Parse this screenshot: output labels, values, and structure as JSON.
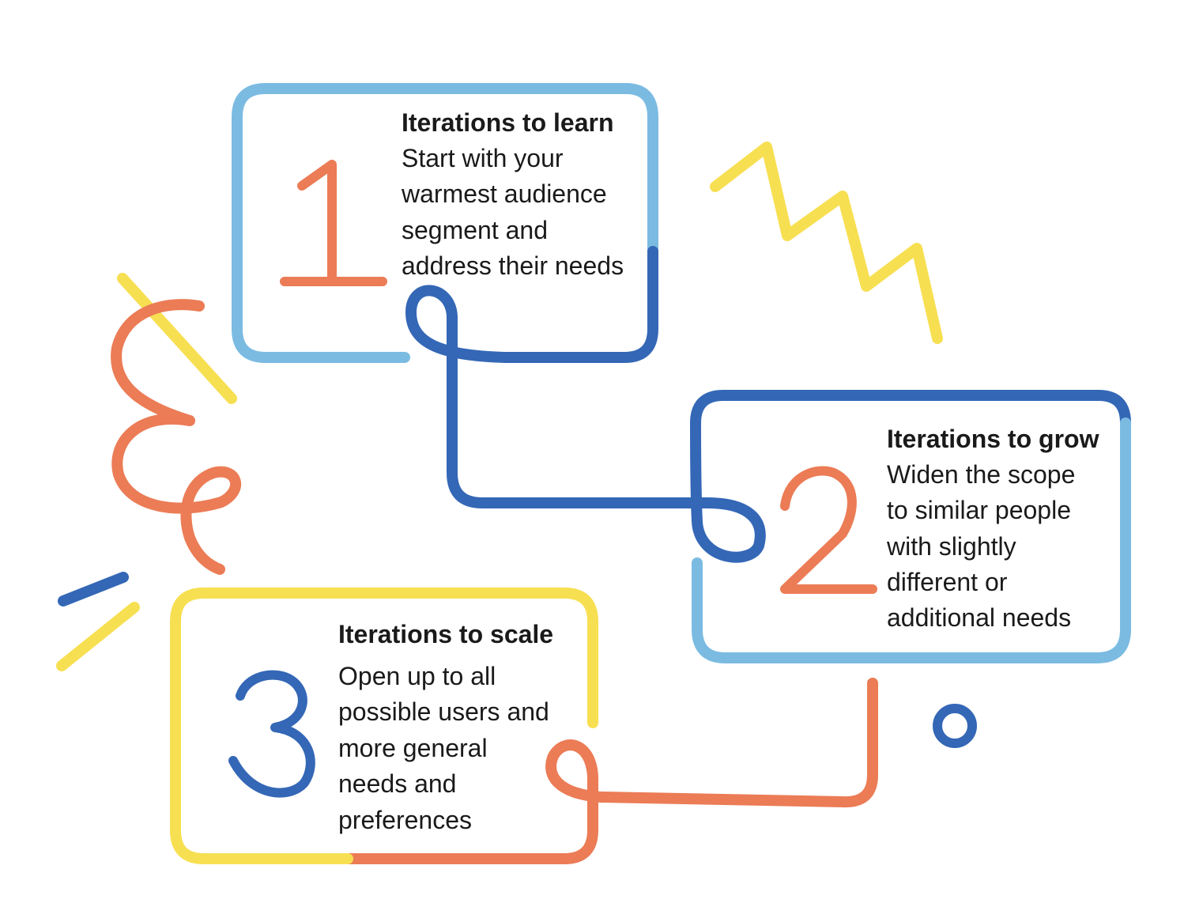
{
  "colors": {
    "light_blue": "#7bbbe2",
    "dark_blue": "#3467b6",
    "orange": "#eb7c56",
    "yellow": "#f7df52",
    "text": "#1a1a1a"
  },
  "steps": [
    {
      "number": "1",
      "title": "Iterations to learn",
      "lines": [
        "Start with your",
        "warmest audience",
        "segment and",
        "address their needs"
      ]
    },
    {
      "number": "2",
      "title": "Iterations to grow",
      "lines": [
        "Widen the scope",
        "to similar people",
        "with slightly",
        "different or",
        "additional needs"
      ]
    },
    {
      "number": "3",
      "title": "Iterations to scale",
      "lines": [
        "Open up to all",
        "possible users and",
        "more general",
        "needs and",
        "preferences"
      ]
    }
  ]
}
